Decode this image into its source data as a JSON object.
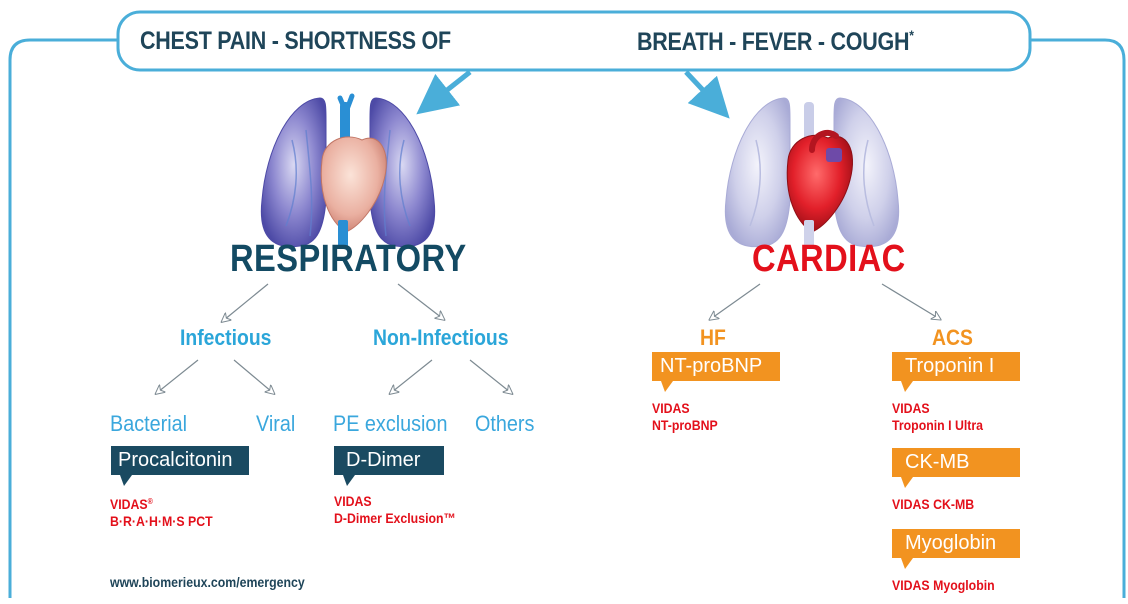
{
  "header": {
    "title_left": "CHEST PAIN - SHORTNESS OF",
    "title_right": "BREATH - FEVER - COUGH",
    "title_mark": "*"
  },
  "respiratory": {
    "heading": "RESPIRATORY",
    "infectious": {
      "label": "Infectious",
      "bacterial": "Bacterial",
      "viral": "Viral",
      "test": "Procalcitonin",
      "product_line1": "VIDAS",
      "product_mark": "®",
      "product_line2": "B·R·A·H·M·S PCT"
    },
    "non_infectious": {
      "label": "Non-Infectious",
      "pe_exclusion": "PE exclusion",
      "others": "Others",
      "test": "D-Dimer",
      "product_line1": "VIDAS",
      "product_line2": "D-Dimer Exclusion™"
    }
  },
  "cardiac": {
    "heading": "CARDIAC",
    "hf": {
      "label": "HF",
      "test": "NT-proBNP",
      "product_line1": "VIDAS",
      "product_line2": "NT-proBNP"
    },
    "acs": {
      "label": "ACS",
      "troponin_test": "Troponin I",
      "troponin_product_line1": "VIDAS",
      "troponin_product_line2": "Troponin I Ultra",
      "ckmb_test": "CK-MB",
      "ckmb_product": "VIDAS CK-MB",
      "myoglobin_test": "Myoglobin",
      "myoglobin_product": "VIDAS Myoglobin"
    }
  },
  "footer": {
    "url": "www.biomerieux.com/emergency"
  },
  "colors": {
    "frame_blue": "#4aaed9",
    "dark_teal": "#1f4559",
    "respiratory_heading": "#134a63",
    "cardiac_red": "#e3101b",
    "light_blue": "#2ba6d9",
    "orange": "#f29320",
    "label_dark": "#1a4a61"
  },
  "icons": {
    "respiratory_illustration": "lungs-heart-blue-icon",
    "cardiac_illustration": "lungs-heart-red-icon",
    "arrow": "arrow-down-icon"
  }
}
